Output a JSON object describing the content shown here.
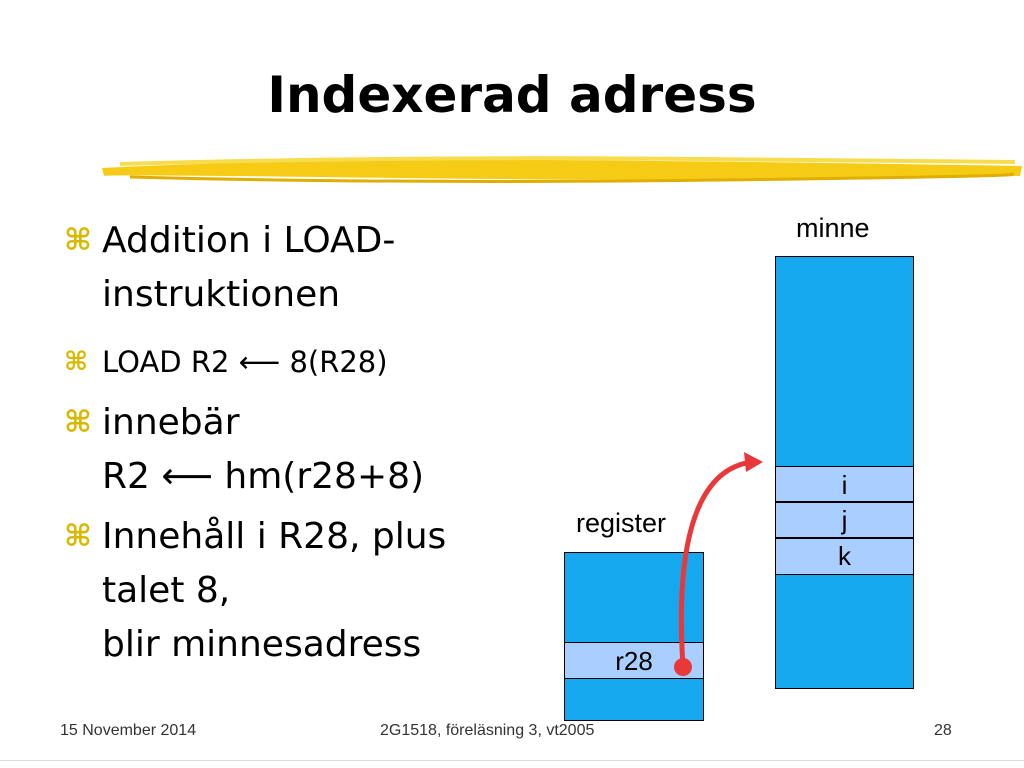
{
  "slide": {
    "title": "Indexerad adress",
    "bullet_glyph": "⌘",
    "bullets": [
      {
        "lines": [
          "Addition i LOAD-",
          "instruktionen"
        ]
      },
      {
        "lines": [
          "LOAD R2 ⟵ 8(R28)"
        ]
      },
      {
        "lines": [
          "innebär",
          "R2 ⟵ hm(r28+8)"
        ]
      },
      {
        "lines": [
          "Innehåll i R28, plus",
          "talet 8,",
          "blir minnesadress"
        ]
      }
    ]
  },
  "diagram": {
    "memory_label": "minne",
    "register_label": "register",
    "memory_cells": [
      "i",
      "j",
      "k"
    ],
    "register_cell": "r28",
    "colors": {
      "block": "#16a8ee",
      "cell": "#a8cfff",
      "arrow": "#e8383a",
      "rule": "#f2c200"
    }
  },
  "footer": {
    "date": "15 November 2014",
    "course": "2G1518, föreläsning 3, vt2005",
    "page": "28"
  }
}
